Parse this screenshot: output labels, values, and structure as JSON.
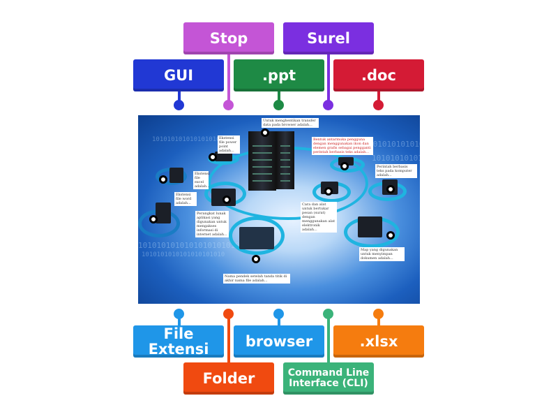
{
  "top_cards": [
    {
      "label": "Stop",
      "color": "#c455d6"
    },
    {
      "label": "Surel",
      "color": "#7b2fe0"
    },
    {
      "label": "GUI",
      "color": "#2138d4"
    },
    {
      "label": ".ppt",
      "color": "#1e8a45"
    },
    {
      "label": ".doc",
      "color": "#d41b35"
    }
  ],
  "bottom_cards": [
    {
      "label": "File Extensi",
      "color": "#1f96e8"
    },
    {
      "label": "browser",
      "color": "#1f96e8"
    },
    {
      "label": ".xlsx",
      "color": "#f57c0f"
    },
    {
      "label": "Folder",
      "color": "#f04a10"
    },
    {
      "label": "Command Line Interface (CLI)",
      "color": "#3bb37a"
    }
  ],
  "image_labels": [
    "Untuk menghentikan transfer data pada browser adalah...",
    "Ekstensi file power point adalah...",
    "Bentuk antarmuka pengguna dengan menggunakan ikon dan elemen grafis sebagai pengganti perintah berbasis teks adalah...",
    "Perintah berbasis teks pada komputer adalah...",
    "Ekstensi file excel adalah...",
    "Ekstensi file word adalah...",
    "Perangkat lunak aplikasi yang digunakan untuk mengakses informasi di internet adalah...",
    "Cara dan alat untuk bertukar pesan (surat) dengan menggunakan alat elektronik adalah...",
    "Map yang digunakan untuk menyimpan dokumen adalah...",
    "Nama pendek setelah tanda titik di akhir nama file adalah..."
  ],
  "binary_text": "1010101010101010101010"
}
